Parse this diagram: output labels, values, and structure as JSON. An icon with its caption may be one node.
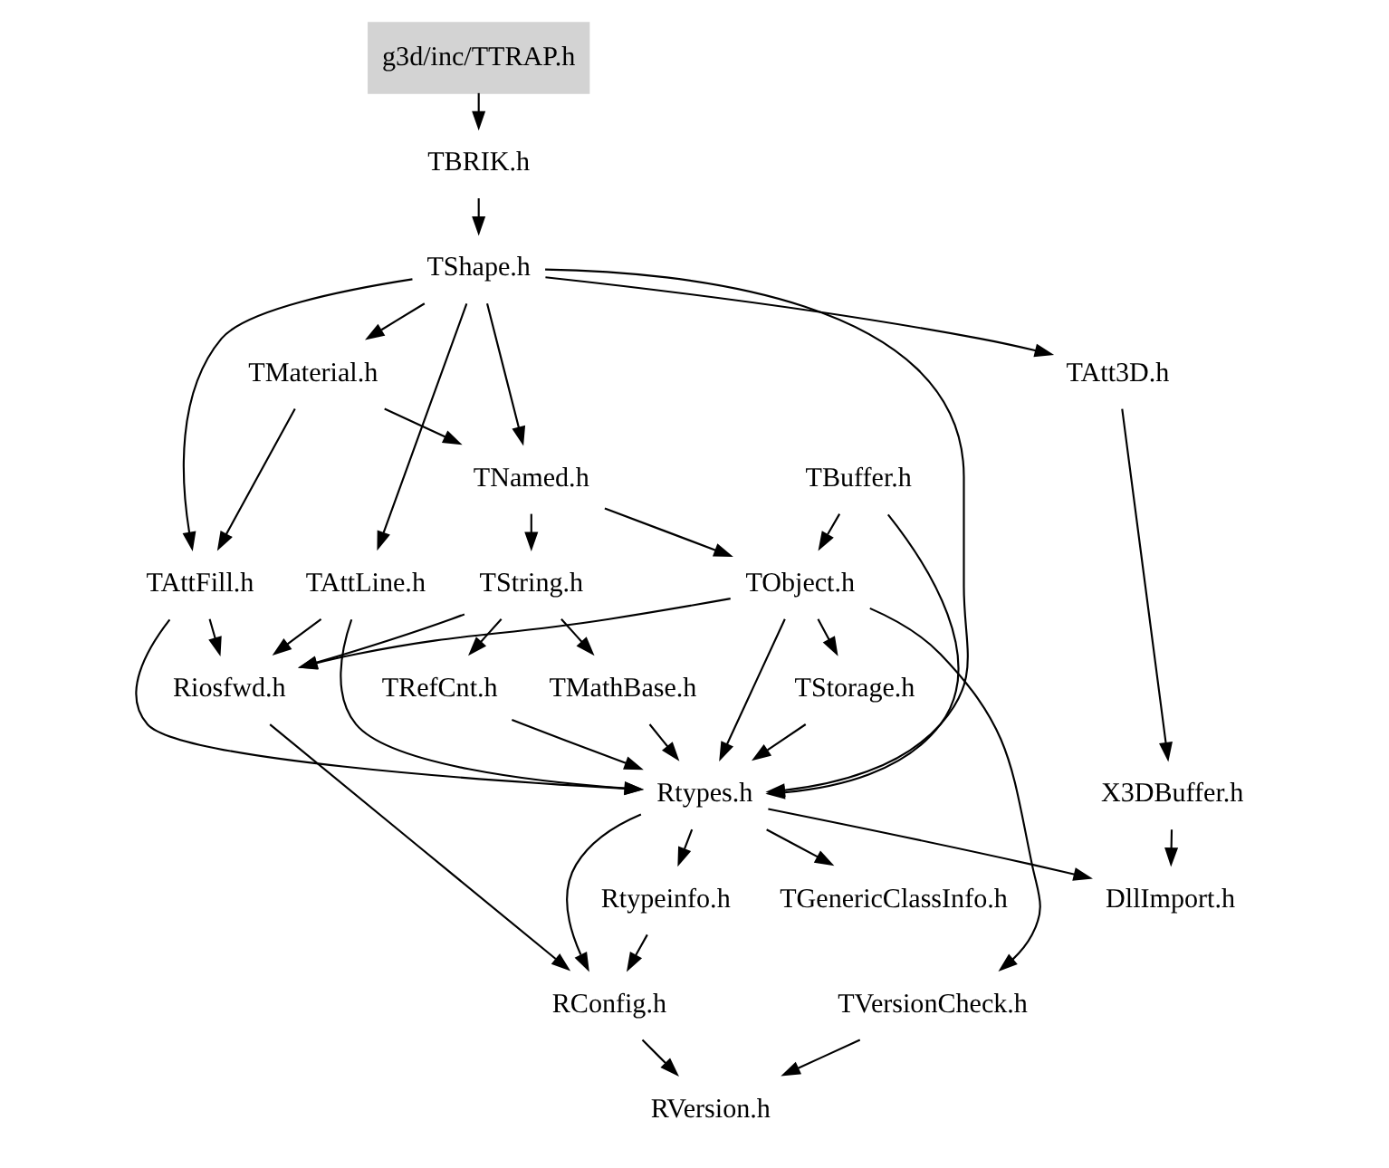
{
  "diagram": {
    "nodes": [
      {
        "text": [
          "g3d/inc/TTRAP.h"
        ]
      },
      {
        "text": [
          "TBRIK.h"
        ]
      },
      {
        "text": [
          "TShape.h"
        ]
      },
      {
        "text": [
          "TMaterial.h"
        ]
      },
      {
        "text": [
          "TAtt3D.h"
        ]
      },
      {
        "text": [
          "TAttFill.h"
        ]
      },
      {
        "text": [
          "TNamed.h"
        ]
      },
      {
        "text": [
          "TAttLine.h"
        ]
      },
      {
        "text": [
          "TString.h"
        ]
      },
      {
        "text": [
          "TObject.h"
        ]
      },
      {
        "text": [
          "Riosfwd.h"
        ]
      },
      {
        "text": [
          "TRefCnt.h"
        ]
      },
      {
        "text": [
          "TMathBase.h"
        ]
      },
      {
        "text": [
          "TStorage.h"
        ]
      },
      {
        "text": [
          "TBuffer.h"
        ]
      },
      {
        "text": [
          "Rtypes.h"
        ]
      },
      {
        "text": [
          "X3DBuffer.h"
        ]
      },
      {
        "text": [
          "Rtypeinfo.h"
        ]
      },
      {
        "text": [
          "TGenericClassInfo.h"
        ]
      },
      {
        "text": [
          "DllImport.h"
        ]
      },
      {
        "text": [
          "RConfig.h"
        ]
      },
      {
        "text": [
          "TVersionCheck.h"
        ]
      },
      {
        "text": [
          "RVersion.h"
        ]
      }
    ],
    "edges": [
      {
        "from": 0,
        "to": 1,
        "arrow": "to"
      },
      {
        "from": 1,
        "to": 2,
        "arrow": "to"
      },
      {
        "from": 2,
        "to": 5,
        "arrow": "to"
      },
      {
        "from": 2,
        "to": 7,
        "arrow": "to"
      },
      {
        "from": 2,
        "to": 3,
        "arrow": "to"
      },
      {
        "from": 2,
        "to": 6,
        "arrow": "to"
      },
      {
        "from": 2,
        "to": 4,
        "arrow": "to"
      },
      {
        "from": 2,
        "to": 15,
        "arrow": "to"
      },
      {
        "from": 3,
        "to": 5,
        "arrow": "to"
      },
      {
        "from": 3,
        "to": 6,
        "arrow": "to"
      },
      {
        "from": 4,
        "to": 16,
        "arrow": "to"
      },
      {
        "from": 5,
        "to": 10,
        "arrow": "to"
      },
      {
        "from": 5,
        "to": 15,
        "arrow": "to"
      },
      {
        "from": 6,
        "to": 8,
        "arrow": "to"
      },
      {
        "from": 6,
        "to": 9,
        "arrow": "to"
      },
      {
        "from": 7,
        "to": 10,
        "arrow": "to"
      },
      {
        "from": 7,
        "to": 15,
        "arrow": "to"
      },
      {
        "from": 8,
        "to": 10,
        "arrow": "to"
      },
      {
        "from": 8,
        "to": 11,
        "arrow": "to"
      },
      {
        "from": 8,
        "to": 12,
        "arrow": "to"
      },
      {
        "from": 9,
        "to": 10,
        "arrow": "to"
      },
      {
        "from": 9,
        "to": 13,
        "arrow": "to"
      },
      {
        "from": 9,
        "to": 15,
        "arrow": "to"
      },
      {
        "from": 9,
        "to": 21,
        "arrow": "to"
      },
      {
        "from": 14,
        "to": 9,
        "arrow": "to"
      },
      {
        "from": 14,
        "to": 15,
        "arrow": "to"
      },
      {
        "from": 11,
        "to": 15,
        "arrow": "to"
      },
      {
        "from": 12,
        "to": 15,
        "arrow": "to"
      },
      {
        "from": 13,
        "to": 15,
        "arrow": "to"
      },
      {
        "from": 10,
        "to": 20,
        "arrow": "to"
      },
      {
        "from": 15,
        "to": 17,
        "arrow": "to"
      },
      {
        "from": 15,
        "to": 18,
        "arrow": "to"
      },
      {
        "from": 15,
        "to": 19,
        "arrow": "to"
      },
      {
        "from": 15,
        "to": 20,
        "arrow": "to"
      },
      {
        "from": 16,
        "to": 19,
        "arrow": "to"
      },
      {
        "from": 17,
        "to": 20,
        "arrow": "to"
      },
      {
        "from": 20,
        "to": 22,
        "arrow": "to"
      },
      {
        "from": 21,
        "to": 22,
        "arrow": "to"
      }
    ]
  }
}
